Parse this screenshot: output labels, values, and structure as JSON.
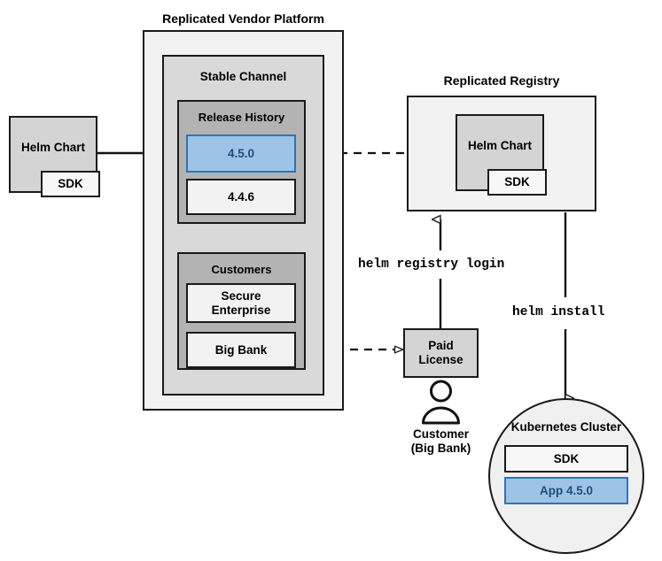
{
  "diagram": {
    "title_platform": "Replicated Vendor Platform",
    "title_registry": "Replicated Registry"
  },
  "source": {
    "helm_chart_label": "Helm Chart",
    "sdk_label": "SDK"
  },
  "platform": {
    "channel_label": "Stable Channel",
    "release_history": {
      "label": "Release History",
      "releases": [
        {
          "version": "4.5.0",
          "highlighted": true
        },
        {
          "version": "4.4.6",
          "highlighted": false
        }
      ]
    },
    "customers": {
      "label": "Customers",
      "items": [
        {
          "name": "Secure\nEnterprise"
        },
        {
          "name": "Big Bank"
        }
      ]
    }
  },
  "registry": {
    "helm_chart_label": "Helm Chart",
    "sdk_label": "SDK"
  },
  "license": {
    "box_label": "Paid\nLicense",
    "person_caption": "Customer\n(Big Bank)",
    "person_icon": "user-avatar-icon"
  },
  "commands": {
    "registry_login": "helm registry login",
    "install": "helm install"
  },
  "cluster": {
    "label": "Kubernetes Cluster",
    "components": [
      {
        "name": "SDK",
        "highlighted": false
      },
      {
        "name": "App 4.5.0",
        "highlighted": true
      }
    ]
  },
  "colors": {
    "stroke": "#1a1a1a",
    "highlight_fill": "#9dc3e6",
    "highlight_stroke": "#2e75b6",
    "highlight_text": "#1f4e79",
    "platform_fill": "#f2f2f2",
    "channel_fill": "#d9d9d9",
    "group_fill": "#b3b3b3",
    "chart_fill": "#d4d4d4"
  }
}
